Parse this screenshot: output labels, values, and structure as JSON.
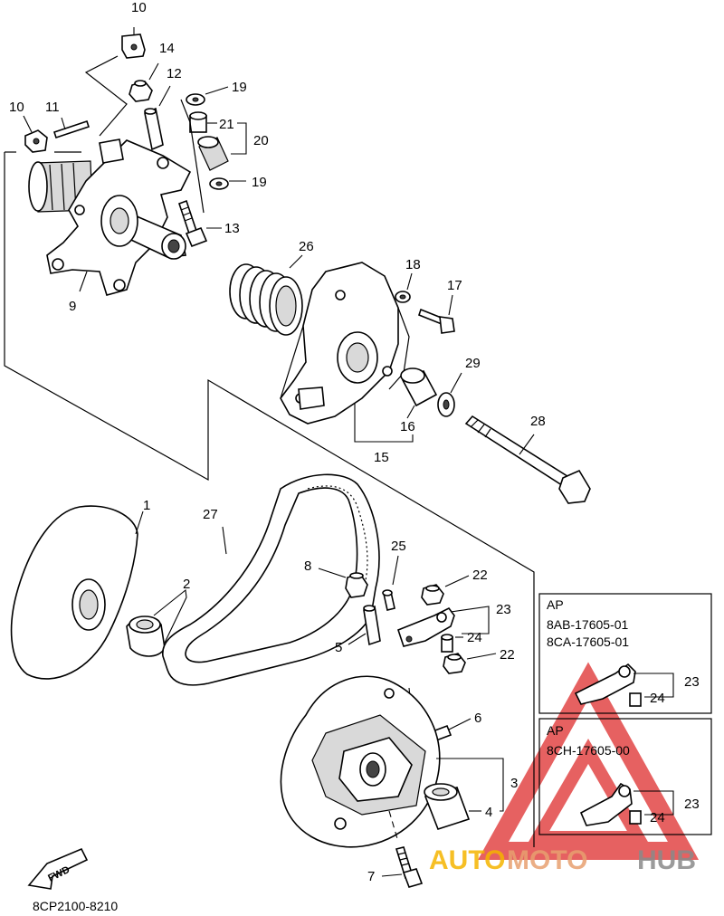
{
  "part_numbers": {
    "p1": "1",
    "p2": "2",
    "p3": "3",
    "p4": "4",
    "p5": "5",
    "p6": "6",
    "p7": "7",
    "p8": "8",
    "p9": "9",
    "p10a": "10",
    "p10b": "10",
    "p11": "11",
    "p12": "12",
    "p13": "13",
    "p14": "14",
    "p15": "15",
    "p16": "16",
    "p17": "17",
    "p18": "18",
    "p19a": "19",
    "p19b": "19",
    "p20": "20",
    "p21": "21",
    "p22a": "22",
    "p22b": "22",
    "p23": "23",
    "p24": "24",
    "p25": "25",
    "p26": "26",
    "p27": "27",
    "p28": "28",
    "p29": "29"
  },
  "ap_box_1": {
    "heading": "AP",
    "line1": "8AB-17605-01",
    "line2": "8CA-17605-01",
    "label23": "23",
    "label24": "24"
  },
  "ap_box_2": {
    "heading": "AP",
    "line1": "8CH-17605-00",
    "label23": "23",
    "label24": "24"
  },
  "fwd_marker": "FWD",
  "diagram_code": "8CP2100-8210",
  "watermark": {
    "part1": "AUTO",
    "part2": "MOTO",
    "part3": "HUB",
    "color1": "#f5b400",
    "color2": "#e8a070",
    "color3": "#8a8a8a",
    "triangle_color": "#e03a3a"
  }
}
